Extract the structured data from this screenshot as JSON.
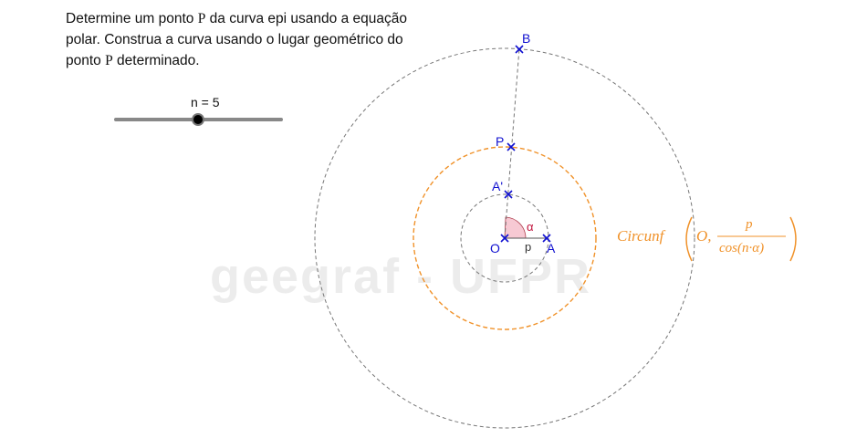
{
  "instructions": {
    "part1": "Determine um ponto ",
    "point": "P",
    "part2": " da curva epi usando a equação polar. Construa a curva usando o lugar geométrico do ponto ",
    "point2": "P",
    "part3": " determinado."
  },
  "slider": {
    "label": "n = 5",
    "value": 5
  },
  "watermark": "geegraf - UFPR",
  "points": {
    "O": "O",
    "A": "A",
    "A_prime": "A'",
    "P": "P",
    "B": "B"
  },
  "labels": {
    "alpha": "α",
    "p": "p"
  },
  "formula": {
    "name": "Circunf",
    "arg1": "O,",
    "numerator": "p",
    "denominator": "cos(n·α)"
  },
  "colors": {
    "point": "#1010d0",
    "orange_circle": "#f0922a",
    "gray_circle": "#777777",
    "angle_fill": "#f7c9d3",
    "alpha_label": "#c0103a"
  }
}
